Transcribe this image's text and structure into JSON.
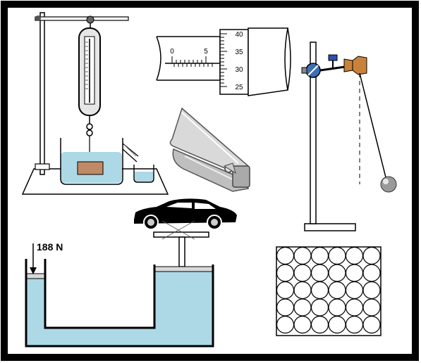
{
  "micrometer": {
    "main_scale": [
      "0",
      "5"
    ],
    "thimble_scale": [
      "40",
      "35",
      "30",
      "25"
    ]
  },
  "hydraulic_press": {
    "force_label": "188 N"
  },
  "colors": {
    "water": "#add8e6",
    "specimen_block": "#c08a66",
    "clamp": "#c8823a",
    "frame": "#000000"
  },
  "icons": [
    "spring-balance-icon",
    "nail-clipper-icon",
    "car-icon",
    "pendulum-bob-icon"
  ]
}
